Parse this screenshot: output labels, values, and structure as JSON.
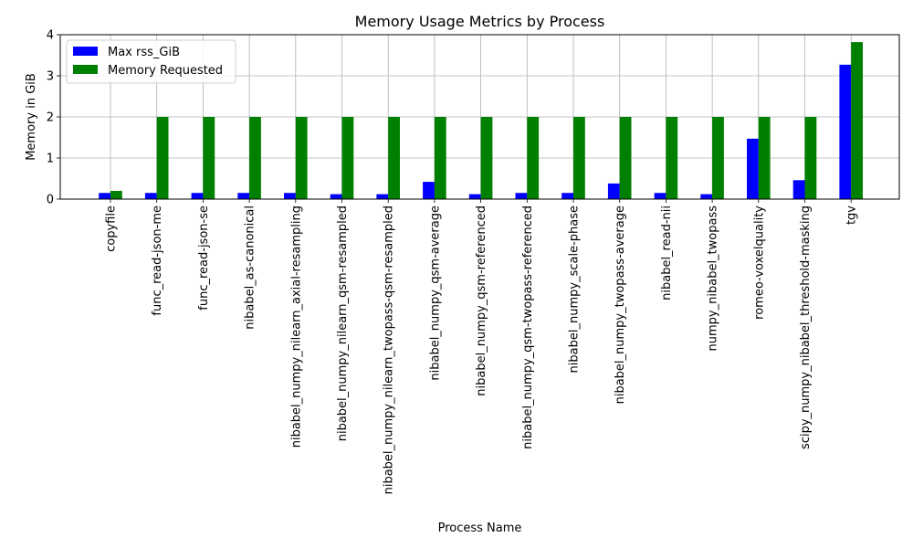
{
  "chart_data": {
    "type": "bar",
    "title": "Memory Usage Metrics by Process",
    "xlabel": "Process Name",
    "ylabel": "Memory in GiB",
    "ylim": [
      0,
      4
    ],
    "yticks": [
      "0",
      "1",
      "2",
      "3",
      "4"
    ],
    "grid": true,
    "legend_position": "top-left",
    "categories": [
      "copyfile",
      "func_read-json-me",
      "func_read-json-se",
      "nibabel_as-canonical",
      "nibabel_numpy_nilearn_axial-resampling",
      "nibabel_numpy_nilearn_qsm-resampled",
      "nibabel_numpy_nilearn_twopass-qsm-resampled",
      "nibabel_numpy_qsm-average",
      "nibabel_numpy_qsm-referenced",
      "nibabel_numpy_qsm-twopass-referenced",
      "nibabel_numpy_scale-phase",
      "nibabel_numpy_twopass-average",
      "nibabel_read-nii",
      "numpy_nibabel_twopass",
      "romeo-voxelquality",
      "scipy_numpy_nibabel_threshold-masking",
      "tgv"
    ],
    "series": [
      {
        "name": "Max rss_GiB",
        "color": "#0000ff",
        "values": [
          0.15,
          0.15,
          0.15,
          0.15,
          0.15,
          0.12,
          0.12,
          0.42,
          0.12,
          0.15,
          0.15,
          0.38,
          0.15,
          0.12,
          1.47,
          0.46,
          3.27
        ]
      },
      {
        "name": "Memory Requested",
        "color": "#008000",
        "values": [
          0.2,
          2,
          2,
          2,
          2,
          2,
          2,
          2,
          2,
          2,
          2,
          2,
          2,
          2,
          2,
          2,
          3.82
        ]
      }
    ]
  }
}
